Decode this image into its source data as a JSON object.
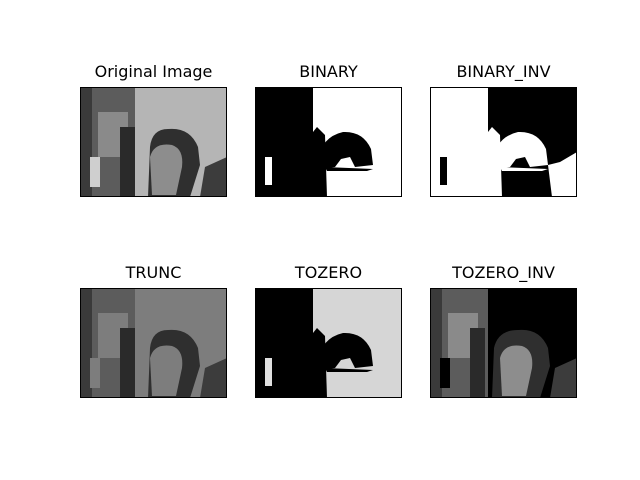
{
  "subplots": [
    {
      "title": "Original Image"
    },
    {
      "title": "BINARY"
    },
    {
      "title": "BINARY_INV"
    },
    {
      "title": "TRUNC"
    },
    {
      "title": "TOZERO"
    },
    {
      "title": "TOZERO_INV"
    }
  ]
}
